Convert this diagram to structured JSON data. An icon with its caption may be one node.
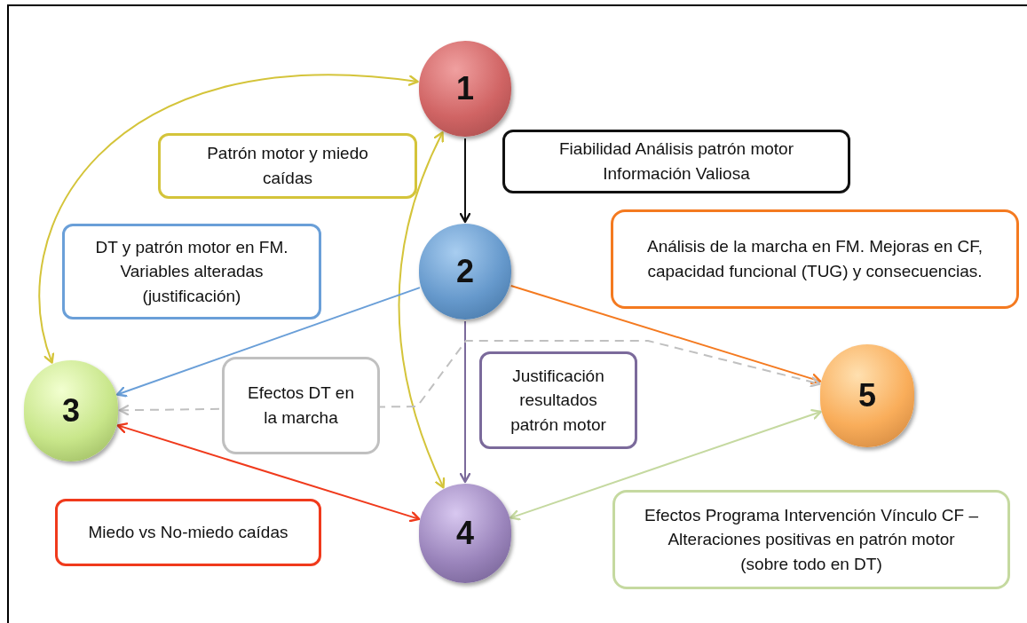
{
  "diagram": {
    "nodes": [
      {
        "text": [
          "1"
        ]
      },
      {
        "text": [
          "Patrón motor y miedo caídas"
        ]
      },
      {
        "text": [
          "Fiabilidad Análisis patrón motor Información Valiosa"
        ]
      },
      {
        "text": [
          "Análisis de la marcha en FM. Mejoras en CF, capacidad funcional (TUG) y consecuencias."
        ]
      },
      {
        "text": [
          "DT y patrón motor en FM. Variables alteradas (justificación)"
        ]
      },
      {
        "text": [
          "2"
        ]
      },
      {
        "text": [
          "Justificación resultados patrón motor"
        ]
      },
      {
        "text": [
          "3"
        ]
      },
      {
        "text": [
          "5"
        ]
      },
      {
        "text": [
          "Efectos Programa Intervención Vínculo CF – Alteraciones positivas en patrón motor (sobre todo en DT)"
        ]
      },
      {
        "text": [
          "Miedo vs No-miedo caídas"
        ]
      },
      {
        "text": [
          "4"
        ]
      }
    ],
    "edges": [
      {
        "from": 7,
        "to": 0,
        "arrow": "both",
        "color": "#d4c43a"
      },
      {
        "from": 0,
        "to": 11,
        "arrow": "both",
        "color": "#d4c43a"
      },
      {
        "from": 0,
        "to": 5,
        "arrow": "to",
        "color": "#111111"
      },
      {
        "from": 5,
        "to": 7,
        "arrow": "to",
        "color": "#6a9fd8"
      },
      {
        "from": 5,
        "to": 8,
        "arrow": "to",
        "color": "#f47a20"
      },
      {
        "from": 5,
        "to": 11,
        "arrow": "to",
        "color": "#7b6a9b"
      },
      {
        "from": 7,
        "to": 8,
        "arrow": "both",
        "label": "Efectos DT en la marcha",
        "style": "dashed",
        "color": "#c0c0c0"
      },
      {
        "from": 7,
        "to": 11,
        "arrow": "both",
        "color": "#f03a1c"
      },
      {
        "from": 8,
        "to": 11,
        "arrow": "both",
        "color": "#c5d9a0"
      }
    ]
  }
}
